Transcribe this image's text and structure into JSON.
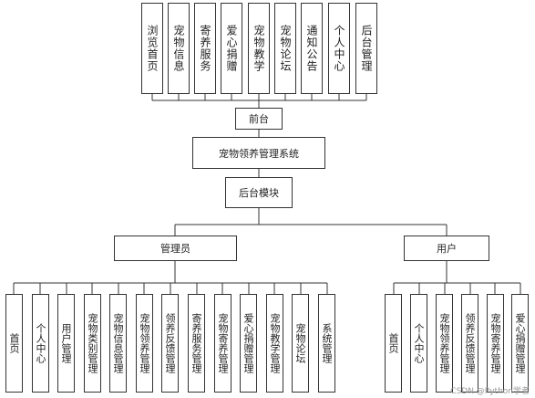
{
  "top_modules": [
    "浏览首页",
    "宠物信息",
    "寄养服务",
    "爱心捐赠",
    "宠物教学",
    "宠物论坛",
    "通知公告",
    "个人中心",
    "后台管理"
  ],
  "front_label": "前台",
  "system_label": "宠物领养管理系统",
  "backend_label": "后台模块",
  "admin": {
    "label": "管理员",
    "items": [
      "首页",
      "个人中心",
      "用户管理",
      "宠物类别管理",
      "宠物信息管理",
      "宠物领养管理",
      "领养反馈管理",
      "寄养服务管理",
      "宠物寄养管理",
      "爱心捐赠管理",
      "宠物教学管理",
      "宠物论坛",
      "系统管理"
    ]
  },
  "user": {
    "label": "用户",
    "items": [
      "首页",
      "个人中心",
      "宠物领养管理",
      "领养反馈管理",
      "宠物寄养管理",
      "爱心捐赠管理"
    ]
  },
  "watermark": "CSDN @Python学者"
}
